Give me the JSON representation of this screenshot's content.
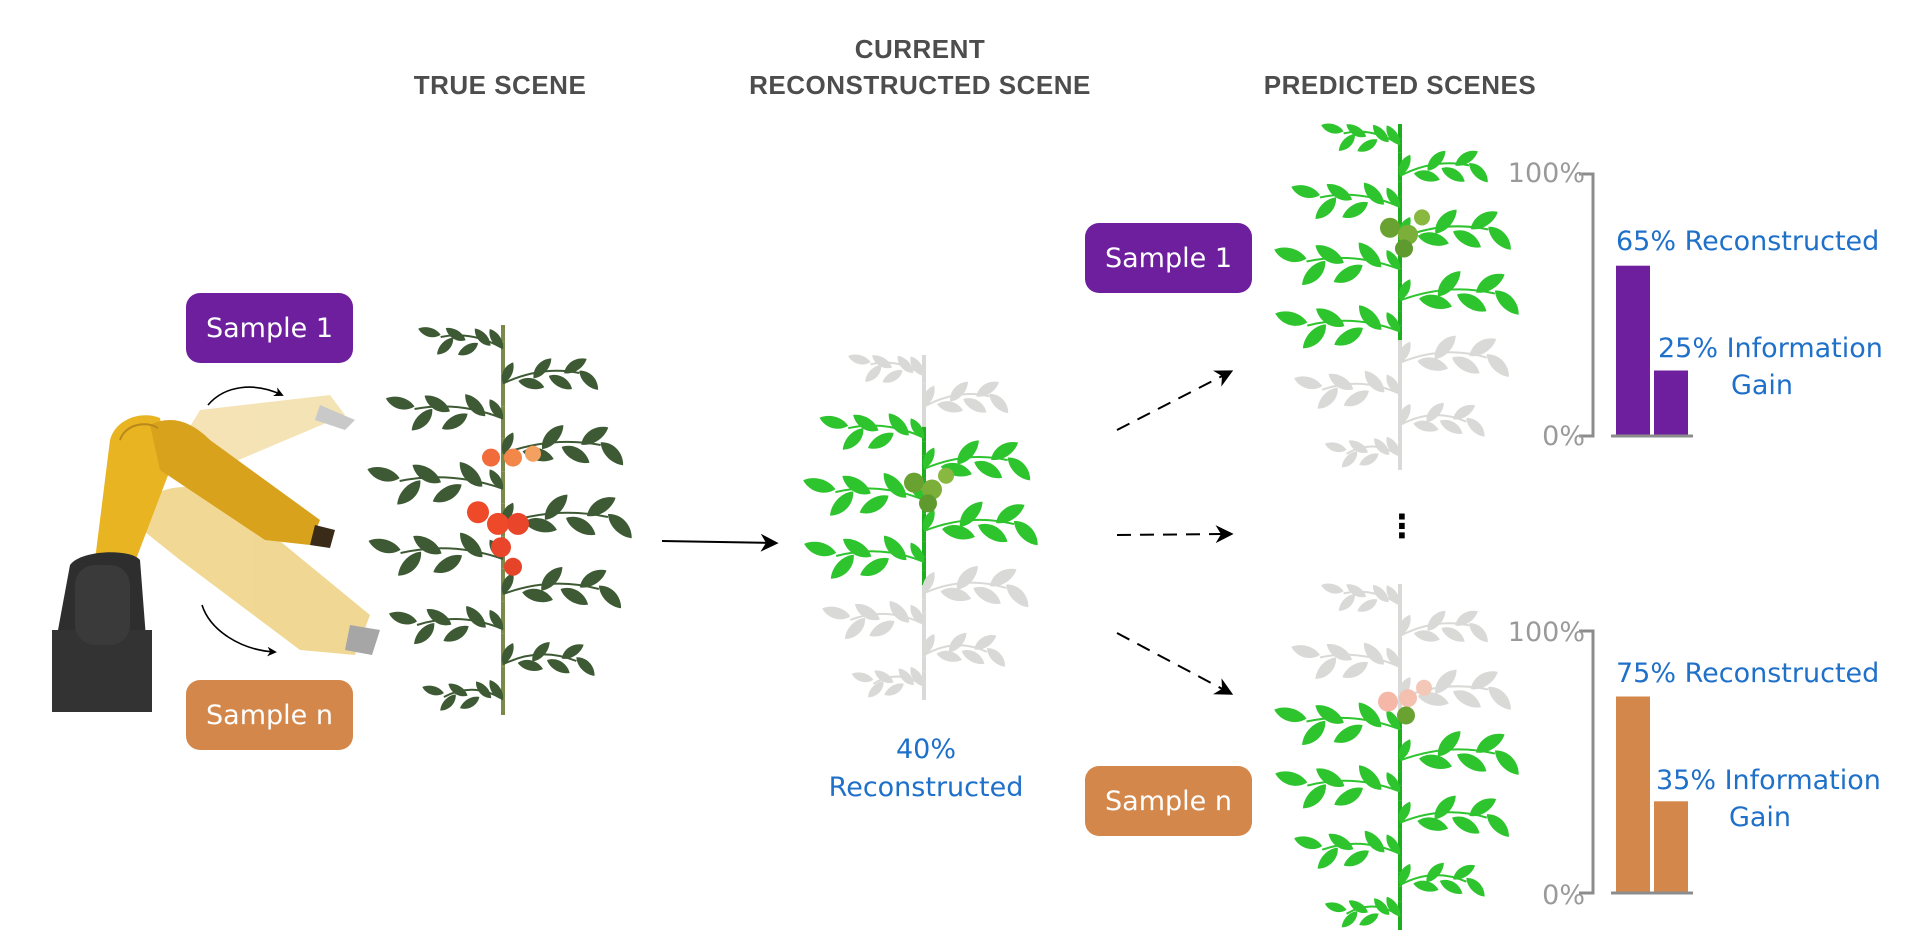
{
  "headings": {
    "true_scene": "TRUE SCENE",
    "current_line1": "CURRENT",
    "current_line2": "RECONSTRUCTED SCENE",
    "predicted": "PREDICTED SCENES"
  },
  "robot": {
    "samples": [
      {
        "label": "Sample 1",
        "color": "#6E1F9E"
      },
      {
        "label": "Sample n",
        "color": "#D4874A"
      }
    ]
  },
  "current": {
    "percent": "40%",
    "label": "Reconstructed",
    "reconstructed_fraction": 0.4
  },
  "ellipsis": "⋮",
  "predictions": [
    {
      "sample_label": "Sample 1",
      "color": "#6E1F9E",
      "reconstructed_text": "65% Reconstructed",
      "gain_text_line1": "25% Information",
      "gain_text_line2": "Gain"
    },
    {
      "sample_label": "Sample n",
      "color": "#D4874A",
      "reconstructed_text": "75% Reconstructed",
      "gain_text_line1": "35% Information",
      "gain_text_line2": "Gain"
    }
  ],
  "colors": {
    "label_blue": "#1F70C9",
    "axis_gray": "#8C8C8C",
    "heading_gray": "#4D4D4D",
    "leaf_green": "#2EC42E",
    "leaf_dark": "#3E5A34",
    "ghost_gray": "#D9DAD7",
    "robot_yellow": "#E8B422",
    "robot_base": "#2E2E2E"
  },
  "chart_data": [
    {
      "type": "bar",
      "title": "Sample 1",
      "categories": [
        "Reconstructed",
        "Information Gain"
      ],
      "values": [
        65,
        25
      ],
      "tick_labels": [
        "0%",
        "100%"
      ],
      "ylim": [
        0,
        100
      ],
      "xlabel": "",
      "ylabel": "",
      "annotations": [
        "65% Reconstructed",
        "25% Information Gain"
      ],
      "grid": false
    },
    {
      "type": "bar",
      "title": "Sample n",
      "categories": [
        "Reconstructed",
        "Information Gain"
      ],
      "values": [
        75,
        35
      ],
      "tick_labels": [
        "0%",
        "100%"
      ],
      "ylim": [
        0,
        100
      ],
      "xlabel": "",
      "ylabel": "",
      "annotations": [
        "75% Reconstructed",
        "35% Information Gain"
      ],
      "grid": false
    }
  ]
}
